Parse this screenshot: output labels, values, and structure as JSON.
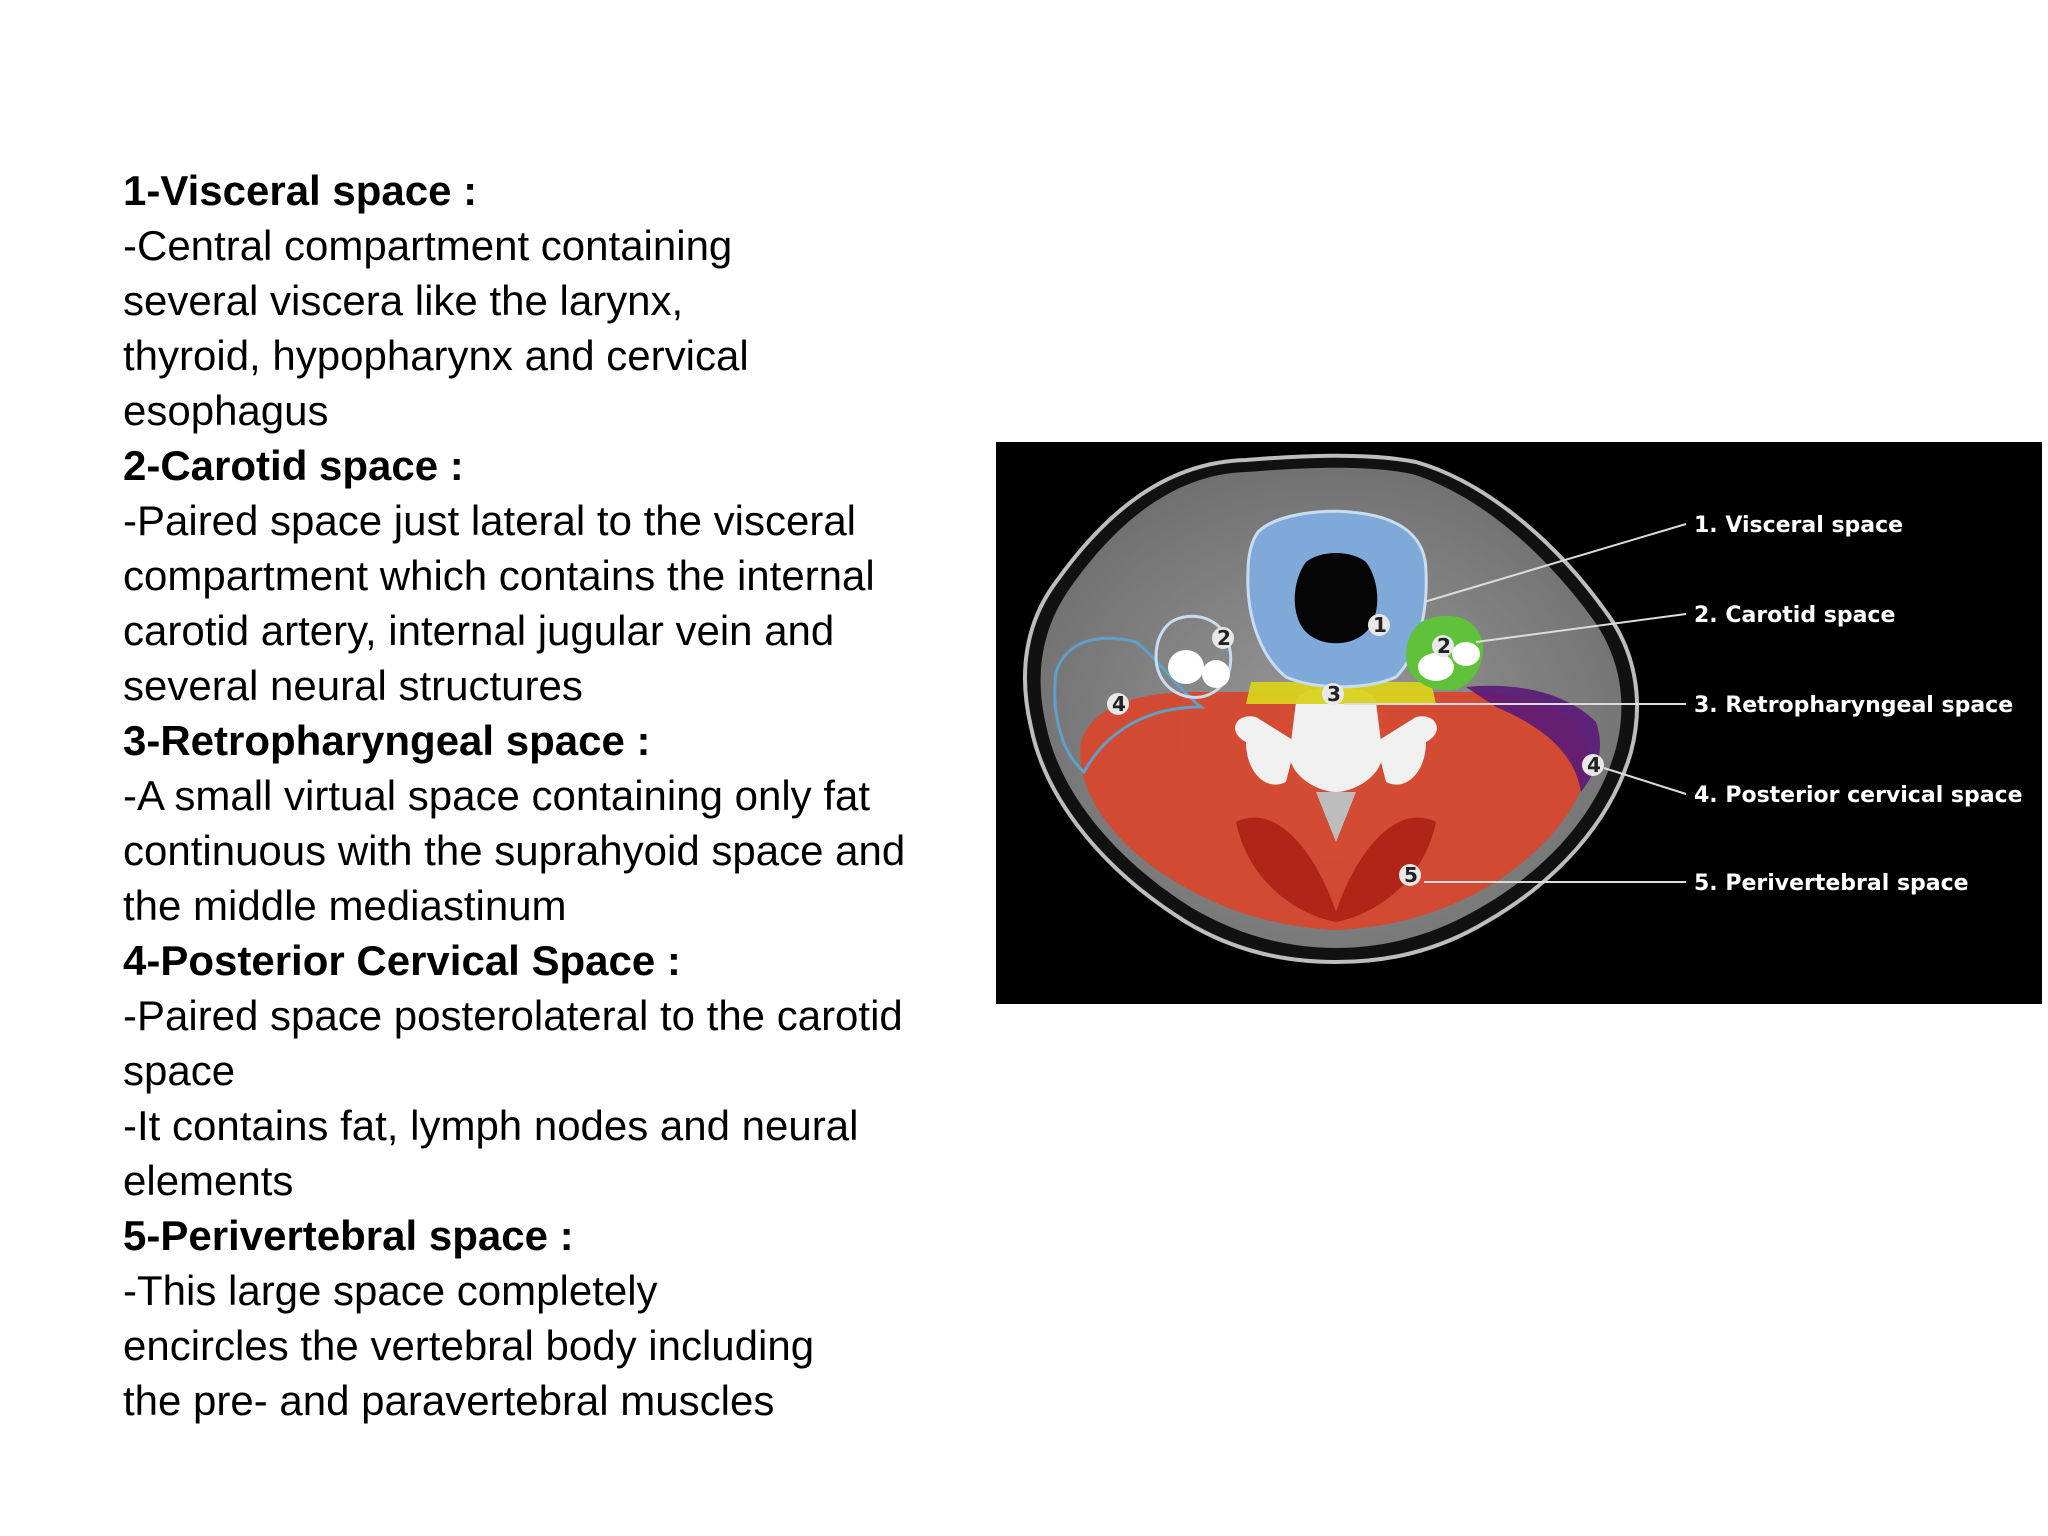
{
  "sections": [
    {
      "heading": "1-Visceral space :",
      "lines": [
        "-Central compartment containing",
        "several viscera like the larynx,",
        "thyroid, hypopharynx and cervical",
        "esophagus"
      ]
    },
    {
      "heading": "2-Carotid space :",
      "lines": [
        "-Paired space just lateral to the visceral",
        "compartment which contains the internal",
        "carotid artery, internal jugular vein and",
        "several neural structures"
      ]
    },
    {
      "heading": "3-Retropharyngeal space :",
      "lines": [
        "-A small virtual space containing only fat",
        "continuous with the suprahyoid space and",
        "the middle mediastinum"
      ]
    },
    {
      "heading": "4-Posterior Cervical Space :",
      "lines": [
        "-Paired space posterolateral to the carotid",
        "space",
        "-It contains fat, lymph nodes and neural",
        "elements"
      ]
    },
    {
      "heading": "5-Perivertebral space :",
      "lines": [
        "-This large space completely",
        "encircles the vertebral body including",
        "the pre- and paravertebral muscles"
      ]
    }
  ],
  "figure": {
    "legend": [
      "1. Visceral space",
      "2. Carotid space",
      "3. Retropharyngeal space",
      "4. Posterior cervical space",
      "5. Perivertebral space"
    ],
    "markers": {
      "visceral": "1",
      "carotid_left": "2",
      "carotid_right": "2",
      "retropharyngeal": "3",
      "posterior_left": "4",
      "posterior_right": "4",
      "perivertebral": "5"
    },
    "colors": {
      "visceral": "#7fa9d8",
      "carotid": "#5fc23a",
      "retropharyngeal": "#d9d21c",
      "posterior_cervical": "#5a1a78",
      "perivertebral": "#d8452a",
      "background": "#000000"
    }
  }
}
